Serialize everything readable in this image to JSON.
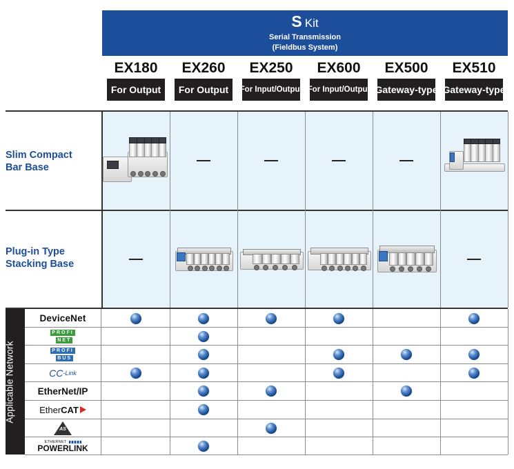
{
  "kit": {
    "letter": "S",
    "word": "Kit",
    "subtitle_line1": "Serial Transmission",
    "subtitle_line2": "(Fieldbus System)"
  },
  "models": [
    {
      "name": "EX180",
      "type": "For Output"
    },
    {
      "name": "EX260",
      "type": "For Output"
    },
    {
      "name": "EX250",
      "type": "For Input/Output"
    },
    {
      "name": "EX600",
      "type": "For Input/Output"
    },
    {
      "name": "EX500",
      "type": "Gateway-type"
    },
    {
      "name": "EX510",
      "type": "Gateway-type"
    }
  ],
  "bases": [
    {
      "line1": "Slim Compact",
      "line2": "Bar Base",
      "cells": [
        "image",
        "—",
        "—",
        "—",
        "—",
        "image"
      ]
    },
    {
      "line1": "Plug-in Type",
      "line2": "Stacking Base",
      "cells": [
        "—",
        "image",
        "image",
        "image",
        "image",
        "—"
      ]
    }
  ],
  "network": {
    "label": "Applicable Network",
    "rows": [
      {
        "logo": "DeviceNet",
        "support": [
          true,
          true,
          true,
          true,
          false,
          true
        ]
      },
      {
        "logo": "PROFINET",
        "logo_tiles": [
          "PROFI",
          "NET"
        ],
        "support": [
          false,
          true,
          false,
          false,
          false,
          false
        ]
      },
      {
        "logo": "PROFIBUS",
        "logo_tiles": [
          "PROFI",
          "BUS"
        ],
        "support": [
          false,
          true,
          false,
          true,
          true,
          true
        ]
      },
      {
        "logo": "CC-Link",
        "logo_prefix": "CC",
        "logo_suffix": "-Link",
        "support": [
          true,
          true,
          false,
          true,
          false,
          true
        ]
      },
      {
        "logo": "EtherNet/IP",
        "support": [
          false,
          true,
          true,
          false,
          true,
          false
        ]
      },
      {
        "logo": "EtherCAT",
        "logo_prefix": "Ether",
        "logo_suffix": "CAT",
        "support": [
          false,
          true,
          false,
          false,
          false,
          false
        ]
      },
      {
        "logo": "AS-Interface",
        "logo_text": "AS",
        "support": [
          false,
          false,
          true,
          false,
          false,
          false
        ]
      },
      {
        "logo": "ETHERNET POWERLINK",
        "logo_top": "ETHERNET",
        "logo_bottom": "POWERLINK",
        "support": [
          false,
          true,
          false,
          false,
          false,
          false
        ]
      }
    ]
  },
  "colors": {
    "accent_blue": "#1d4e9b",
    "header_dark": "#231f20",
    "cell_tint": "#e7f3fb",
    "dot_blue": "#1a4d94"
  }
}
